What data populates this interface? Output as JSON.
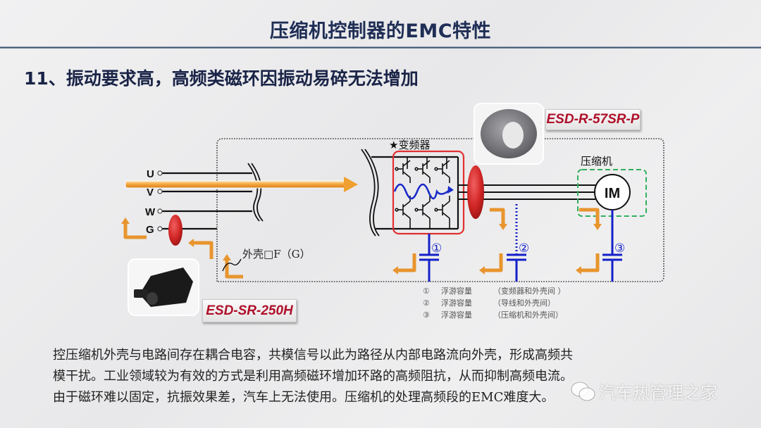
{
  "slide": {
    "title": "压缩机控制器的EMC特性",
    "subtitle": "11、振动要求高，高频类磁环因振动易碎无法增加"
  },
  "diagram": {
    "terminals": [
      "U",
      "V",
      "W",
      "G"
    ],
    "inverter_label": "★变频器",
    "compressor_label": "压缩机",
    "motor_label": "IM",
    "housing_label": "外壳□F（G）",
    "capacitor_markers": [
      "①",
      "②",
      "③"
    ],
    "products": [
      {
        "name": "ESD-R-57SR-P",
        "type": "ferrite-ring"
      },
      {
        "name": "ESD-SR-250H",
        "type": "clamp-ferrite-core"
      }
    ],
    "legend": [
      {
        "num": "①",
        "name": "浮游容量",
        "desc": "（变频器和外壳间 ）"
      },
      {
        "num": "②",
        "name": "浮游容量",
        "desc": "（导线和外壳间）"
      },
      {
        "num": "③",
        "name": "浮游容量",
        "desc": "（压缩机和外壳间）"
      }
    ],
    "colors": {
      "arrow": "#f0a030",
      "ferrite_core": "#d42a2a",
      "inverter_box": "#e03030",
      "compressor_box": "#2fb05a",
      "capacitor": "#1420c8"
    }
  },
  "body_text": [
    "控压缩机外壳与电路间存在耦合电容，共模信号以此为路径从内部电路流向外壳，形成高频共",
    "模干扰。工业领域较为有效的方式是利用高频磁环增加环路的高频阻抗，从而抑制高频电流。",
    "由于磁环难以固定，抗振效果差，汽车上无法使用。压缩机的处理高频段的EMC难度大。"
  ],
  "watermark": "汽车热管理之家"
}
